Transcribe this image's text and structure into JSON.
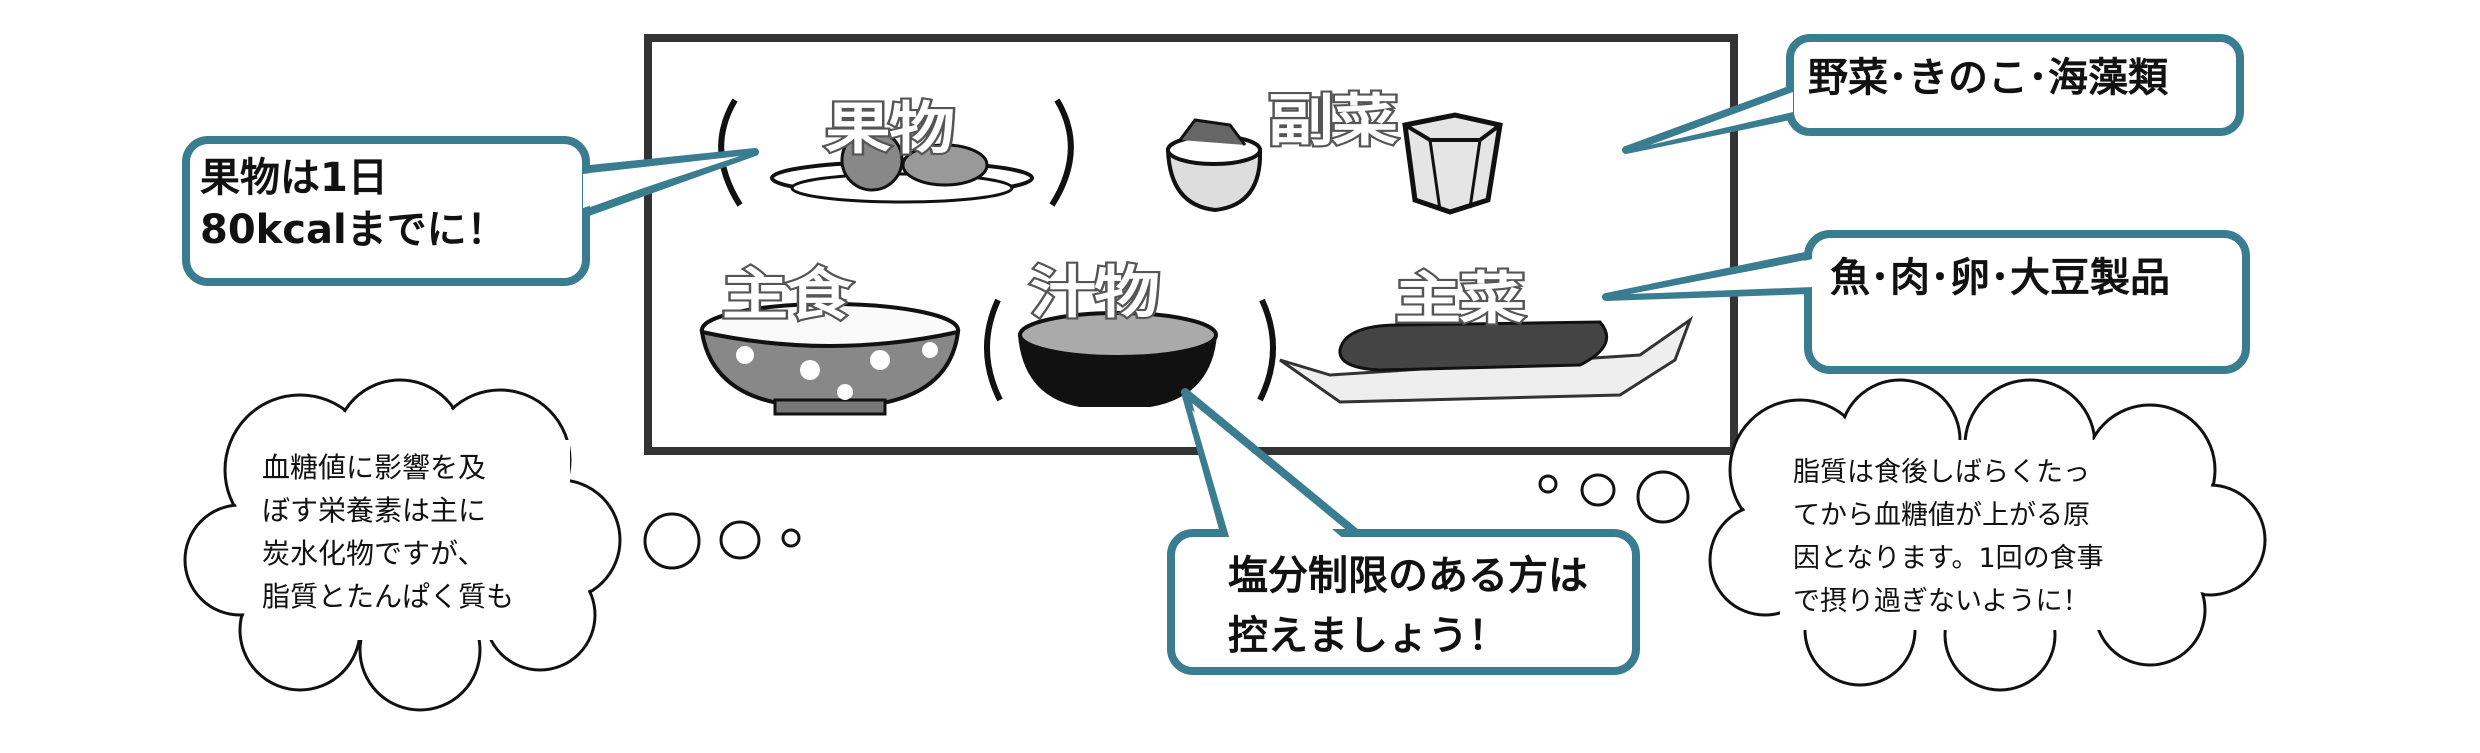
{
  "colors": {
    "callout_border": "#3a7d90",
    "frame": "#333333"
  },
  "food_groups": {
    "fruit": "果物",
    "side_dish": "副菜",
    "staple": "主食",
    "soup": "汁物",
    "main_dish": "主菜"
  },
  "callouts": {
    "fruit": [
      "果物は1日",
      "80kcalまでに！"
    ],
    "side_dish": "野菜･きのこ･海藻類",
    "main_dish": "魚･肉･卵･大豆製品",
    "soup": [
      "塩分制限のある方は",
      "控えましょう！"
    ]
  },
  "thought_clouds": {
    "left": [
      "血糖値に影響を及",
      "ぼす栄養素は主に",
      "炭水化物ですが、",
      "脂質とたんぱく質も"
    ],
    "right": [
      "脂質は食後しばらくたっ",
      "てから血糖値が上がる原",
      "因となります。1回の食事",
      "で摂り過ぎないように！"
    ]
  }
}
